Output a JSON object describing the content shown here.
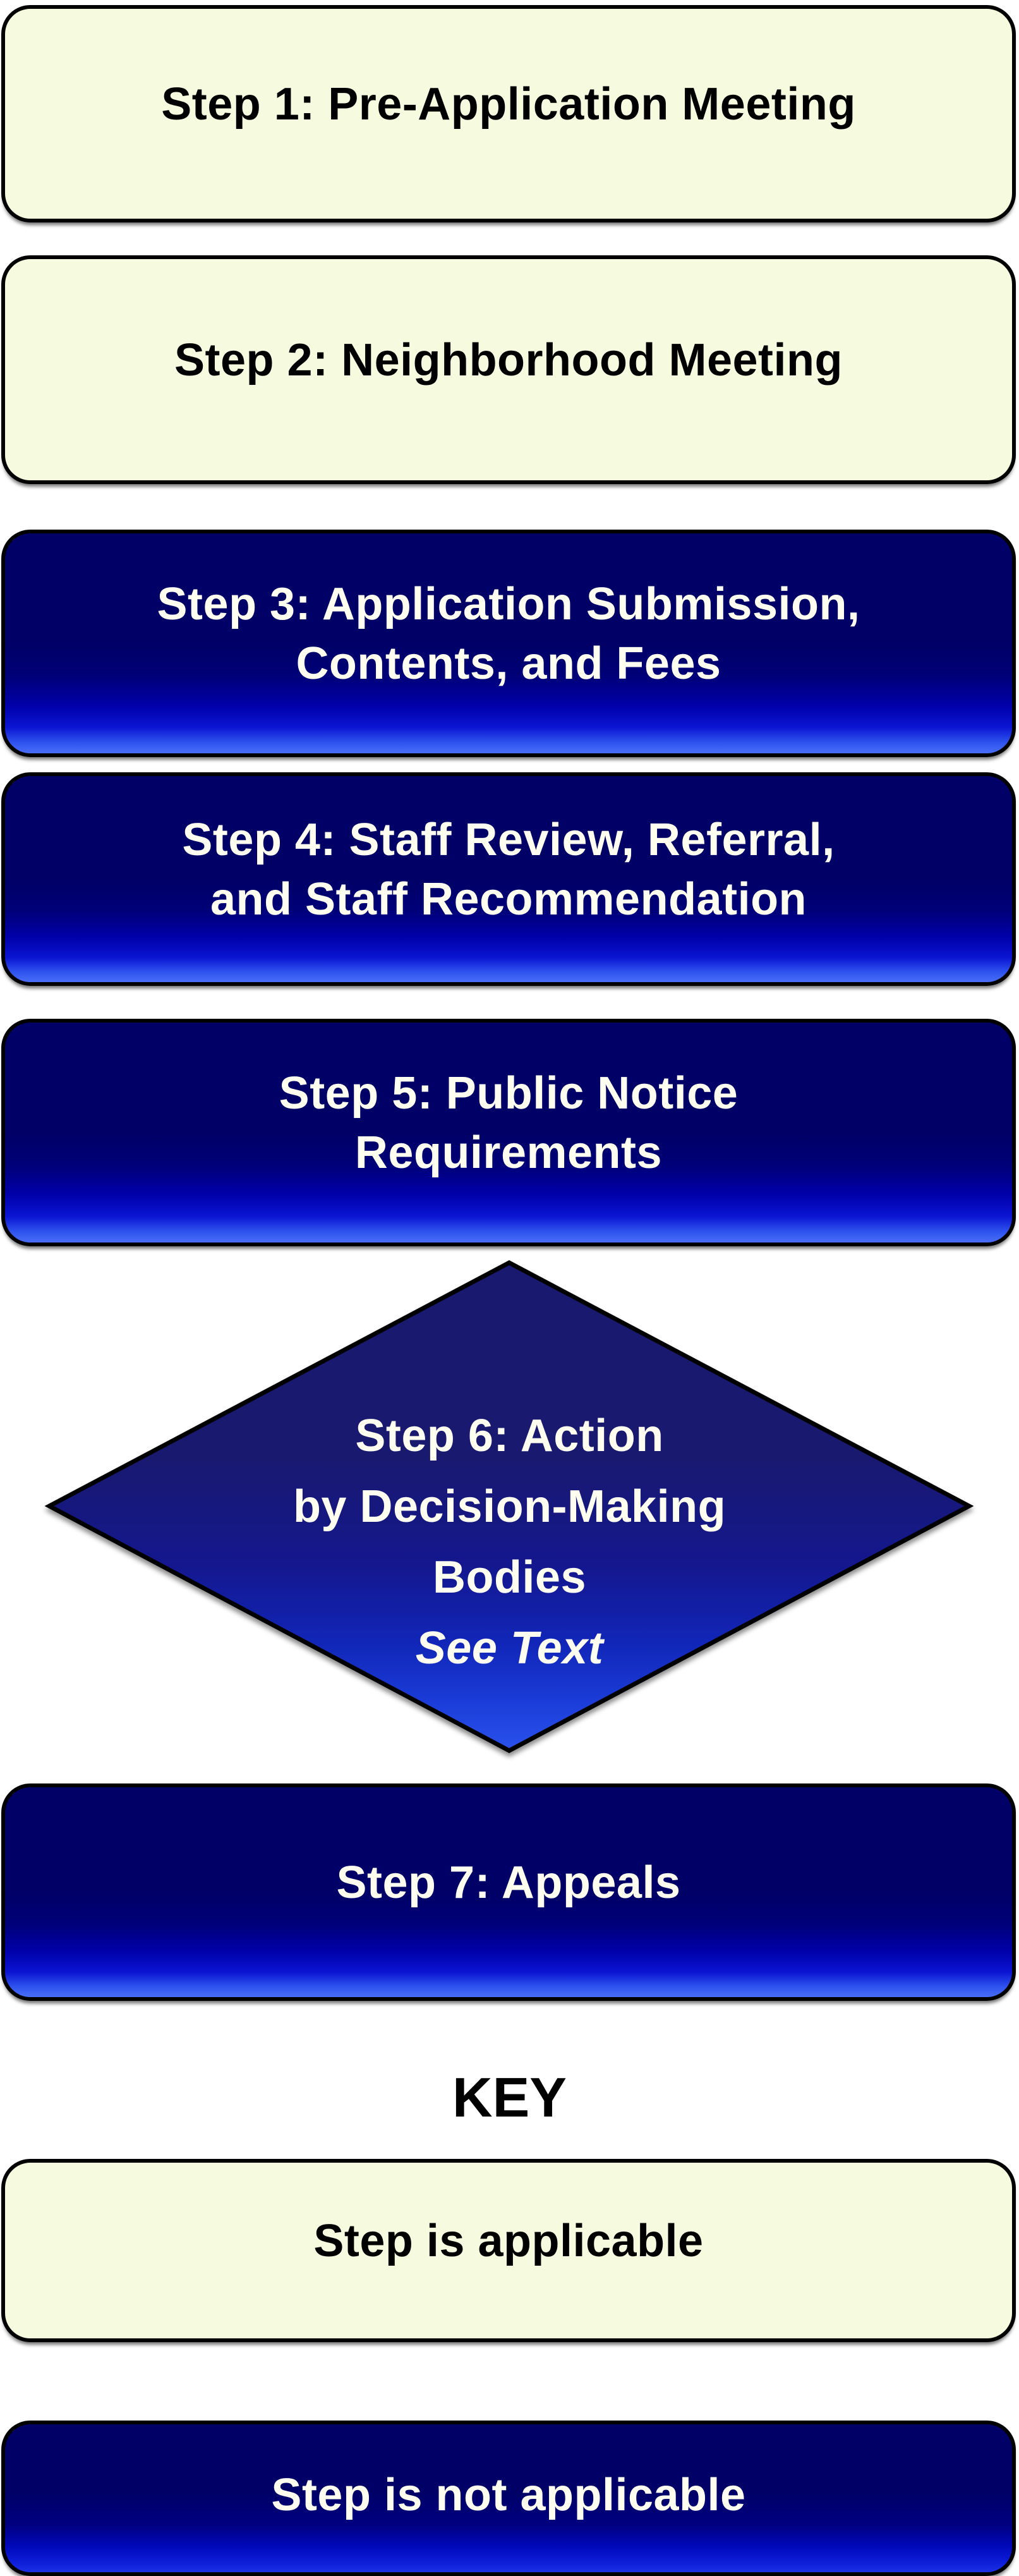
{
  "diagram": {
    "title_hint": "Application process flowchart",
    "steps": [
      {
        "id": 1,
        "shape": "rounded-rect",
        "applicable": true,
        "label_lines": [
          "Step 1: Pre-Application Meeting"
        ]
      },
      {
        "id": 2,
        "shape": "rounded-rect",
        "applicable": true,
        "label_lines": [
          "Step 2: Neighborhood Meeting"
        ]
      },
      {
        "id": 3,
        "shape": "rounded-rect",
        "applicable": false,
        "label_lines": [
          "Step 3: Application Submission,",
          "Contents, and Fees"
        ]
      },
      {
        "id": 4,
        "shape": "rounded-rect",
        "applicable": false,
        "label_lines": [
          "Step 4: Staff Review, Referral,",
          "and Staff Recommendation"
        ]
      },
      {
        "id": 5,
        "shape": "rounded-rect",
        "applicable": false,
        "label_lines": [
          "Step 5: Public Notice",
          "Requirements"
        ]
      },
      {
        "id": 6,
        "shape": "diamond",
        "applicable": false,
        "label_lines": [
          "Step 6: Action",
          "by Decision-Making",
          "Bodies"
        ],
        "note": "See Text"
      },
      {
        "id": 7,
        "shape": "rounded-rect",
        "applicable": false,
        "label_lines": [
          "Step 7: Appeals"
        ]
      }
    ],
    "key": {
      "title": "KEY",
      "items": [
        {
          "label": "Step is applicable",
          "style": "applicable"
        },
        {
          "label": "Step is not applicable",
          "style": "not-applicable"
        }
      ]
    },
    "colors": {
      "applicable_fill": "#f6fade",
      "not_applicable_top": "#000066",
      "not_applicable_bottom": "#4a6ef8",
      "diamond_top": "#191970",
      "diamond_bottom": "#2a52ec",
      "border": "#000000",
      "text_on_dark": "#fdfdf0",
      "text_on_light": "#000000",
      "background": "#ffffff"
    }
  }
}
